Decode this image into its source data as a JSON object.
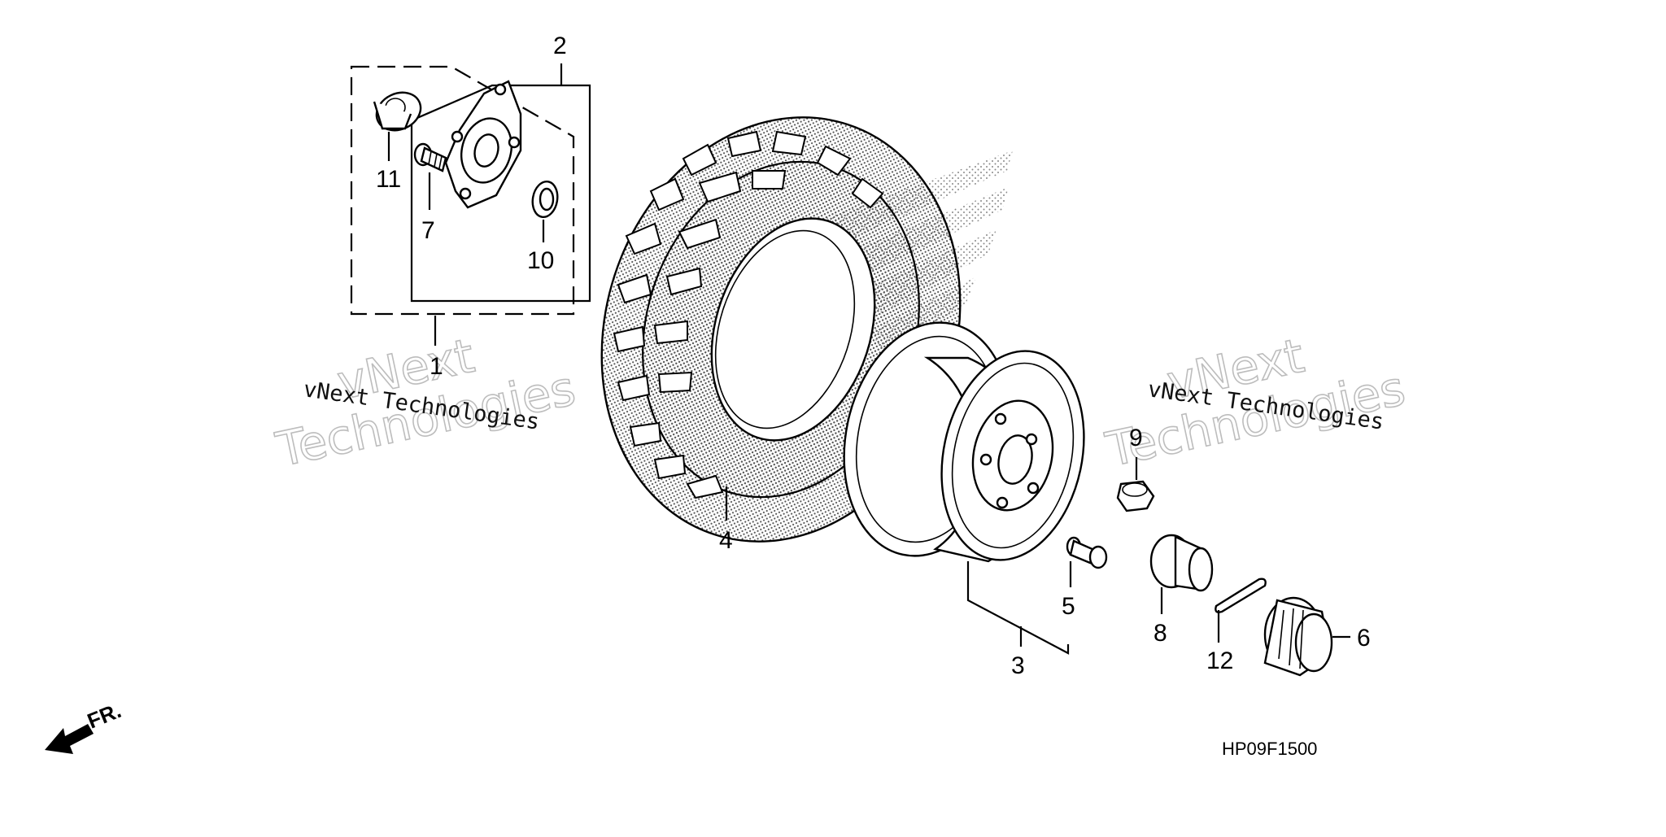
{
  "diagram": {
    "drawing_code": "HP09F1500",
    "front_label": "FR.",
    "watermark": {
      "line1": "vNext",
      "line2": "Technologies",
      "caption": "vNext Technologies"
    },
    "parts": {
      "p1": "1",
      "p2": "2",
      "p3": "3",
      "p4": "4",
      "p5": "5",
      "p6": "6",
      "p7": "7",
      "p8": "8",
      "p9": "9",
      "p10": "10",
      "p11": "11",
      "p12": "12"
    },
    "icons": [
      "front-direction-arrow-icon"
    ]
  }
}
